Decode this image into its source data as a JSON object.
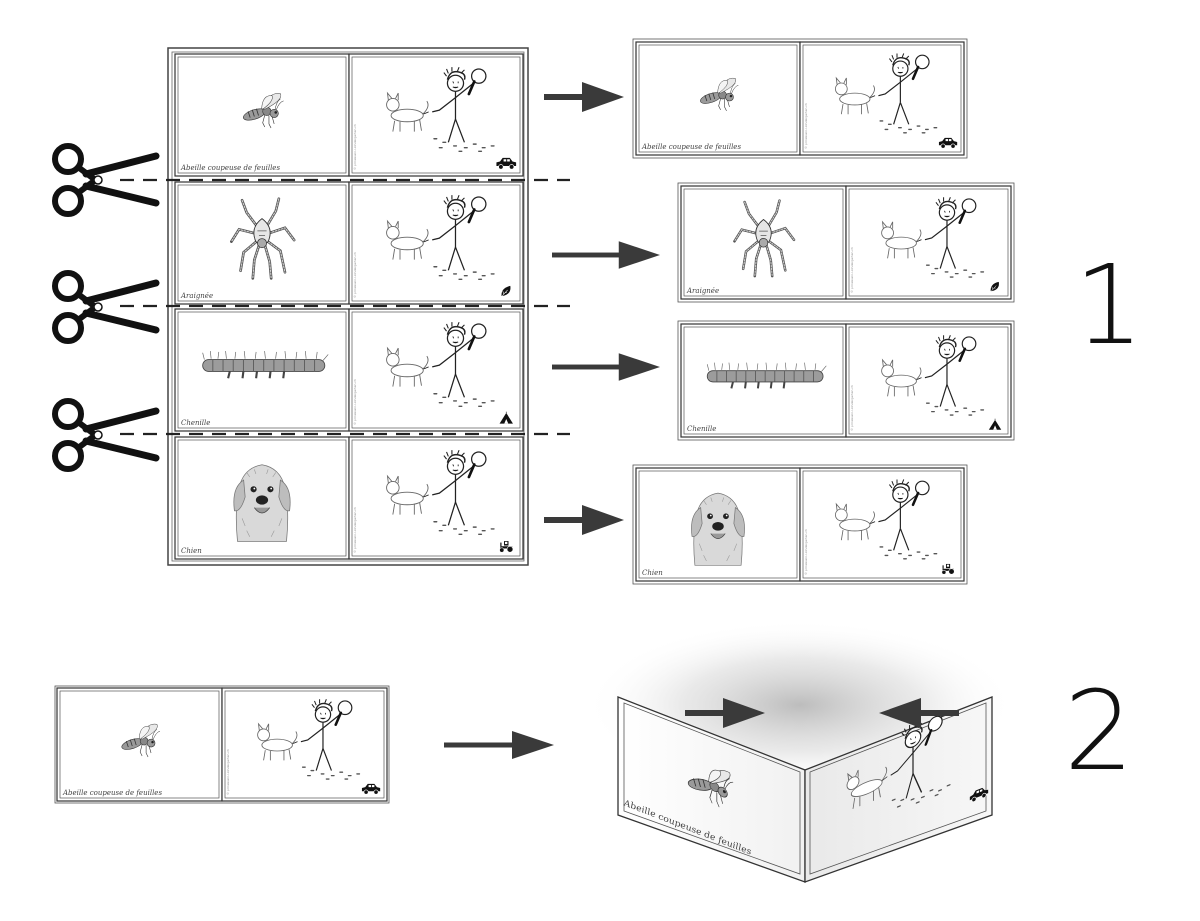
{
  "steps": [
    "1",
    "2"
  ],
  "cards": [
    {
      "id": "abeille",
      "caption": "Abeille coupeuse de feuilles",
      "animal": "bee",
      "badge": "car"
    },
    {
      "id": "araignee",
      "caption": "Araignée",
      "animal": "spider",
      "badge": "leaf"
    },
    {
      "id": "chenille",
      "caption": "Chenille",
      "animal": "caterpillar",
      "badge": "tent"
    },
    {
      "id": "chien",
      "caption": "Chien",
      "animal": "dog",
      "badge": "tractor"
    }
  ],
  "copyright_text": "© prinzessin-i-kindergarten.ch",
  "icons": [
    "scissors-icon",
    "arrow-right-icon",
    "car-icon",
    "leaf-icon",
    "tent-icon",
    "tractor-icon",
    "magnifier-icon"
  ],
  "colors": {
    "line": "#222222",
    "border": "#333333",
    "arrow": "#3a3a3a",
    "shadow": "#cccccc"
  }
}
